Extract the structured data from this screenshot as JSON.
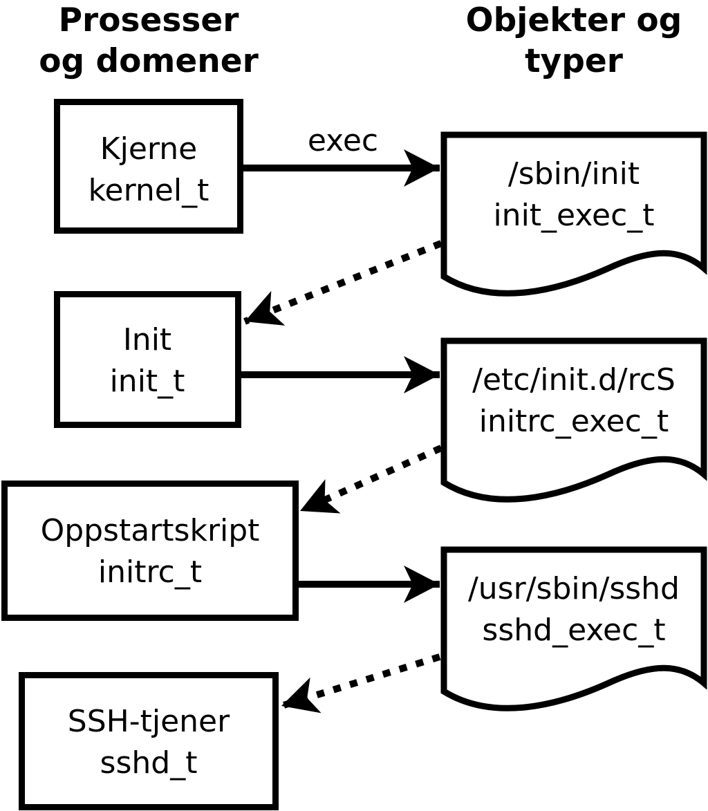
{
  "diagram": {
    "column_headers": {
      "processes": {
        "line1": "Prosesser",
        "line2": "og domener"
      },
      "objects": {
        "line1": "Objekter og",
        "line2": "typer"
      }
    },
    "processes": [
      {
        "label": "Kjerne",
        "domain": "kernel_t"
      },
      {
        "label": "Init",
        "domain": "init_t"
      },
      {
        "label": "Oppstartskript",
        "domain": "initrc_t"
      },
      {
        "label": "SSH-tjener",
        "domain": "sshd_t"
      }
    ],
    "objects": [
      {
        "path": "/sbin/init",
        "type": "init_exec_t"
      },
      {
        "path": "/etc/init.d/rcS",
        "type": "initrc_exec_t"
      },
      {
        "path": "/usr/sbin/sshd",
        "type": "sshd_exec_t"
      }
    ],
    "edge_labels": {
      "exec": "exec"
    },
    "colors": {
      "foreground": "#000000",
      "background": "#ffffff"
    }
  }
}
